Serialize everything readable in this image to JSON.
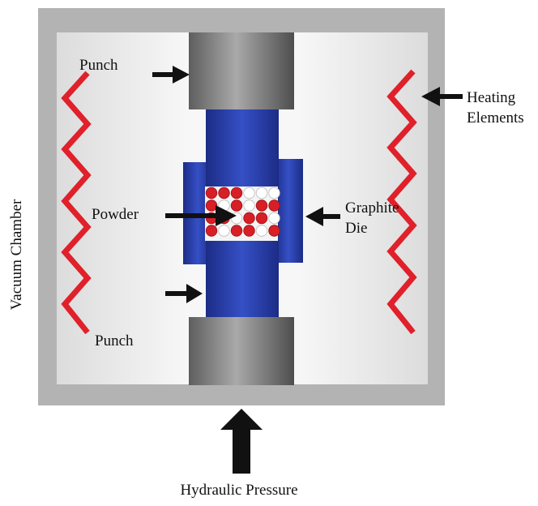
{
  "labels": {
    "punch_top": "Punch",
    "punch_bottom": "Punch",
    "powder": "Powder",
    "graphite_line1": "Graphite",
    "graphite_line2": "Die",
    "heating_line1": "Heating",
    "heating_line2": "Elements",
    "vacuum_chamber": "Vacuum Chamber",
    "hydraulic_pressure": "Hydraulic Pressure"
  },
  "colors": {
    "chamber_wall": "#b3b3b3",
    "chamber_interior": "#f1f1f1",
    "punch_gray": "#8a8a8a",
    "die_blue": "#2a3fa3",
    "heating_red": "#e0202a",
    "powder_red": "#d81f26",
    "arrow": "#111111"
  }
}
